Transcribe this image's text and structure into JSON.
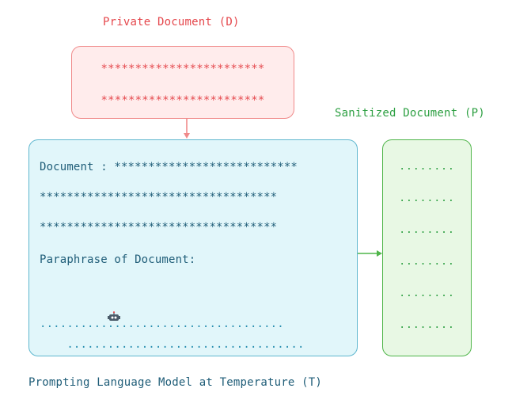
{
  "private": {
    "title": "Private Document (D)",
    "lines": [
      "************************",
      "************************"
    ]
  },
  "prompt": {
    "lines": [
      "Document : ***************************",
      "***********************************",
      "***********************************",
      "Paraphrase of Document:",
      "...................................",
      "...................................."
    ],
    "caption": "Prompting Language Model at Temperature (T)"
  },
  "sanitized": {
    "title": "Sanitized Document (P)",
    "dots": [
      "........",
      "........",
      "........",
      "........",
      "........",
      "........"
    ]
  },
  "icons": {
    "robot": "robot-icon"
  },
  "colors": {
    "red": "#e5484d",
    "blue": "#5fb7cf",
    "green": "#4fb54a"
  }
}
